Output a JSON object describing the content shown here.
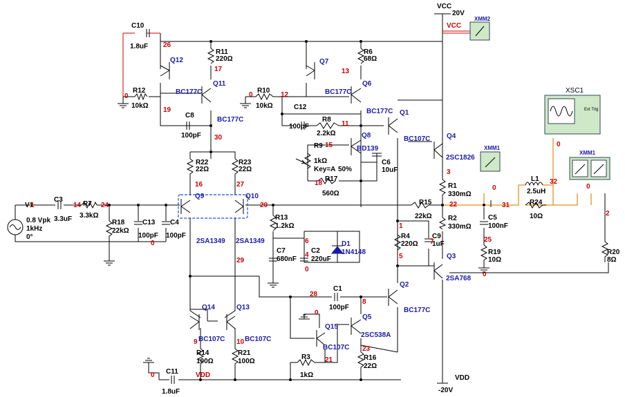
{
  "title": "",
  "supplies": {
    "vcc_label": "VCC",
    "vcc_value": "20V",
    "vcc_net": "VCC",
    "vdd_label": "VDD",
    "vdd_value": "-20V",
    "vdd_net": "VDD"
  },
  "instruments": {
    "xmm2": "XMM2",
    "xmm1": "XMM1",
    "xmm3": "XMM1",
    "xsc1": "XSC1",
    "xsc_ext": "Ext Trig"
  },
  "source": {
    "name": "V1",
    "amp": "0.8 Vpk",
    "freq": "1kHz",
    "phase": "0°"
  },
  "components": {
    "C10": [
      "C10",
      "1.8uF"
    ],
    "R11": [
      "R11",
      "220Ω"
    ],
    "Q12": "Q12",
    "Q11": "Q11",
    "R12": [
      "R12",
      "10kΩ"
    ],
    "BC177C_a": "BC177C",
    "C8": [
      "C8",
      "100pF"
    ],
    "BC177C_b": "BC177C",
    "Q7": "Q7",
    "R6": [
      "R6",
      "68Ω"
    ],
    "R10": [
      "R10",
      "10kΩ"
    ],
    "Q6": "Q6",
    "BC177C_c": "BC177C",
    "C12": [
      "C12",
      "100pF"
    ],
    "R8": [
      "R8",
      "2.2kΩ"
    ],
    "BC177C_d": "BC177C",
    "Q1": "Q1",
    "BC107C_a": "BC107C",
    "Q4": "Q4",
    "Q8": "Q8",
    "BD139": "BD139",
    "R9": [
      "R9",
      "1kΩ"
    ],
    "R9_key": "Key=A",
    "R9_pct": "50%",
    "C6": [
      "C6",
      "10uF"
    ],
    "R17": [
      "R17",
      "560Ω"
    ],
    "Q4_type": "2SC1826",
    "R22": [
      "R22",
      "22Ω"
    ],
    "R23": [
      "R23",
      "22Ω"
    ],
    "Q9": "Q9",
    "Q10": "Q10",
    "C3": [
      "C3",
      "3.3uF"
    ],
    "R7": [
      "R7",
      "3.3kΩ"
    ],
    "R18": [
      "R18",
      "22kΩ"
    ],
    "C13": [
      "C13",
      "100pF"
    ],
    "C4": [
      "C4",
      "100pF"
    ],
    "R13": [
      "R13",
      "1.2kΩ"
    ],
    "R15": [
      "R15",
      "22kΩ"
    ],
    "R1": [
      "R1",
      "330mΩ"
    ],
    "R2": [
      "R2",
      "330mΩ"
    ],
    "L1": [
      "L1",
      "2.5uH"
    ],
    "R24": [
      "R24",
      "10Ω"
    ],
    "C5": [
      "C5",
      "100nF"
    ],
    "R4": [
      "R4",
      "220Ω"
    ],
    "C9": [
      "C9",
      "1uF"
    ],
    "C7": [
      "C7",
      "680nF"
    ],
    "C2": [
      "C2",
      "220uF"
    ],
    "D1": [
      "D1",
      "1N4148"
    ],
    "Q9_type": "2SA1349",
    "Q10_type": "2SA1349",
    "Q3": "Q3",
    "Q3_type": "2SA768",
    "R19": [
      "R19",
      "10Ω"
    ],
    "R20": [
      "R20",
      "8Ω"
    ],
    "C1": [
      "C1",
      "100pF"
    ],
    "Q2": "Q2",
    "BC177C_e": "BC177C",
    "Q14": "Q14",
    "Q13": "Q13",
    "BC107C_b": "BC107C",
    "BC107C_c": "BC107C",
    "Q15": "Q15",
    "BC107C_d": "BC107C",
    "Q5": "Q5",
    "Q5_type": "2SC538A",
    "R14": [
      "R14",
      "100Ω"
    ],
    "R21": [
      "R21",
      "100Ω"
    ],
    "R3": [
      "R3",
      "1kΩ"
    ],
    "R16": [
      "R16",
      "22Ω"
    ],
    "C11": [
      "C11",
      "1.8uF"
    ]
  },
  "nets": {
    "n26": "26",
    "n17": "17",
    "n0a": "0",
    "n19": "19",
    "n30": "30",
    "n13": "13",
    "n12": "12",
    "n0b": "0",
    "n11": "11",
    "n15": "15",
    "n18": "18",
    "n3": "3",
    "n16": "16",
    "n27": "27",
    "n1": "1",
    "n14": "14",
    "n24": "24",
    "n20": "20",
    "n0c": "0",
    "n22": "22",
    "n31": "31",
    "n32": "32",
    "n0d": "0",
    "n0e": "0",
    "n0f": "0",
    "n2": "2",
    "n6": "6",
    "n4": "4",
    "n0g": "0",
    "n1b": "1",
    "n7": "7",
    "n5": "5",
    "n25": "25",
    "n0h": "0",
    "n29": "29",
    "n28": "28",
    "n8": "8",
    "n0i": "0",
    "n9": "9",
    "n10": "10",
    "n23": "23",
    "n21": "21",
    "n0j": "0",
    "nvdd": "VDD"
  }
}
